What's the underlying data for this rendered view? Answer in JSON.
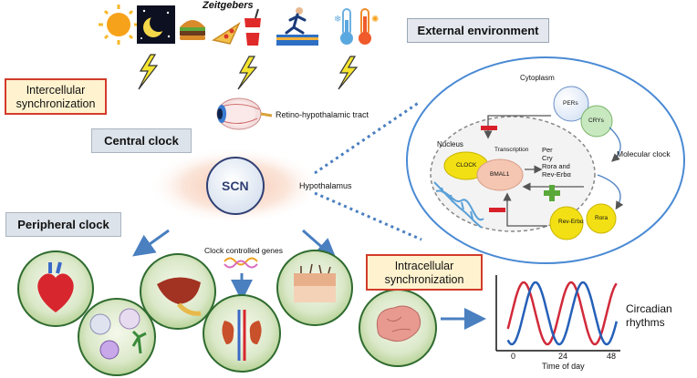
{
  "zeitgebers_title": "Zeitgebers",
  "external_environment": "External environment",
  "intercellular_sync": "Intercellular synchronization",
  "central_clock": "Central clock",
  "peripheral_clock": "Peripheral clock",
  "intracellular_sync": "Intracellular synchronization",
  "retino_tract": "Retino-hypothalamic tract",
  "scn": "SCN",
  "hypothalamus": "Hypothalamus",
  "clock_controlled_genes": "Clock controlled genes",
  "cell": {
    "cytoplasm": "Cytoplasm",
    "nucleus": "Nucleus",
    "transcription": "Transcription",
    "molecular_clock": "Molecular clock",
    "pers": "PERs",
    "crys": "CRYs",
    "clock": "CLOCK",
    "bmal1": "BMAL1",
    "rev_erba": "Rev-Erbα",
    "rora": "Rora",
    "targets": [
      "Per",
      "Cry",
      "Rora and",
      "Rev-Erbα"
    ]
  },
  "chart": {
    "label_line1": "Circadian",
    "label_line2": "rhythms",
    "xlabel": "Time of day",
    "ticks": [
      "0",
      "24",
      "48"
    ]
  },
  "chart_data": {
    "type": "line",
    "x": [
      0,
      6,
      12,
      18,
      24,
      30,
      36,
      42,
      48
    ],
    "xlabel": "Time of day",
    "xlim": [
      -6,
      54
    ],
    "tick_labels": [
      "0",
      "24",
      "48"
    ],
    "series": [
      {
        "color": "#d12a3a",
        "values": [
          0.0,
          1.0,
          0.0,
          -1.0,
          0.0,
          1.0,
          0.0,
          -1.0,
          0.0
        ]
      },
      {
        "color": "#2560b8",
        "values": [
          -1.0,
          0.0,
          1.0,
          0.0,
          -1.0,
          0.0,
          1.0,
          0.0,
          -1.0
        ]
      }
    ],
    "title": "Circadian rhythms"
  },
  "colors": {
    "red_border": "#d23b2a",
    "arrow_blue": "#4a7fc0",
    "circle_green": "#5aa83a",
    "bolt_yellow": "#f4e430"
  },
  "icons": [
    "sun-icon",
    "moon-night-icon",
    "burger-icon",
    "pizza-icon",
    "drink-icon",
    "runner-icon",
    "thermometer-icon",
    "eye-icon",
    "dna-icon",
    "heart-icon",
    "immune-cells-icon",
    "liver-icon",
    "kidney-icon",
    "skin-icon",
    "brain-icon"
  ]
}
